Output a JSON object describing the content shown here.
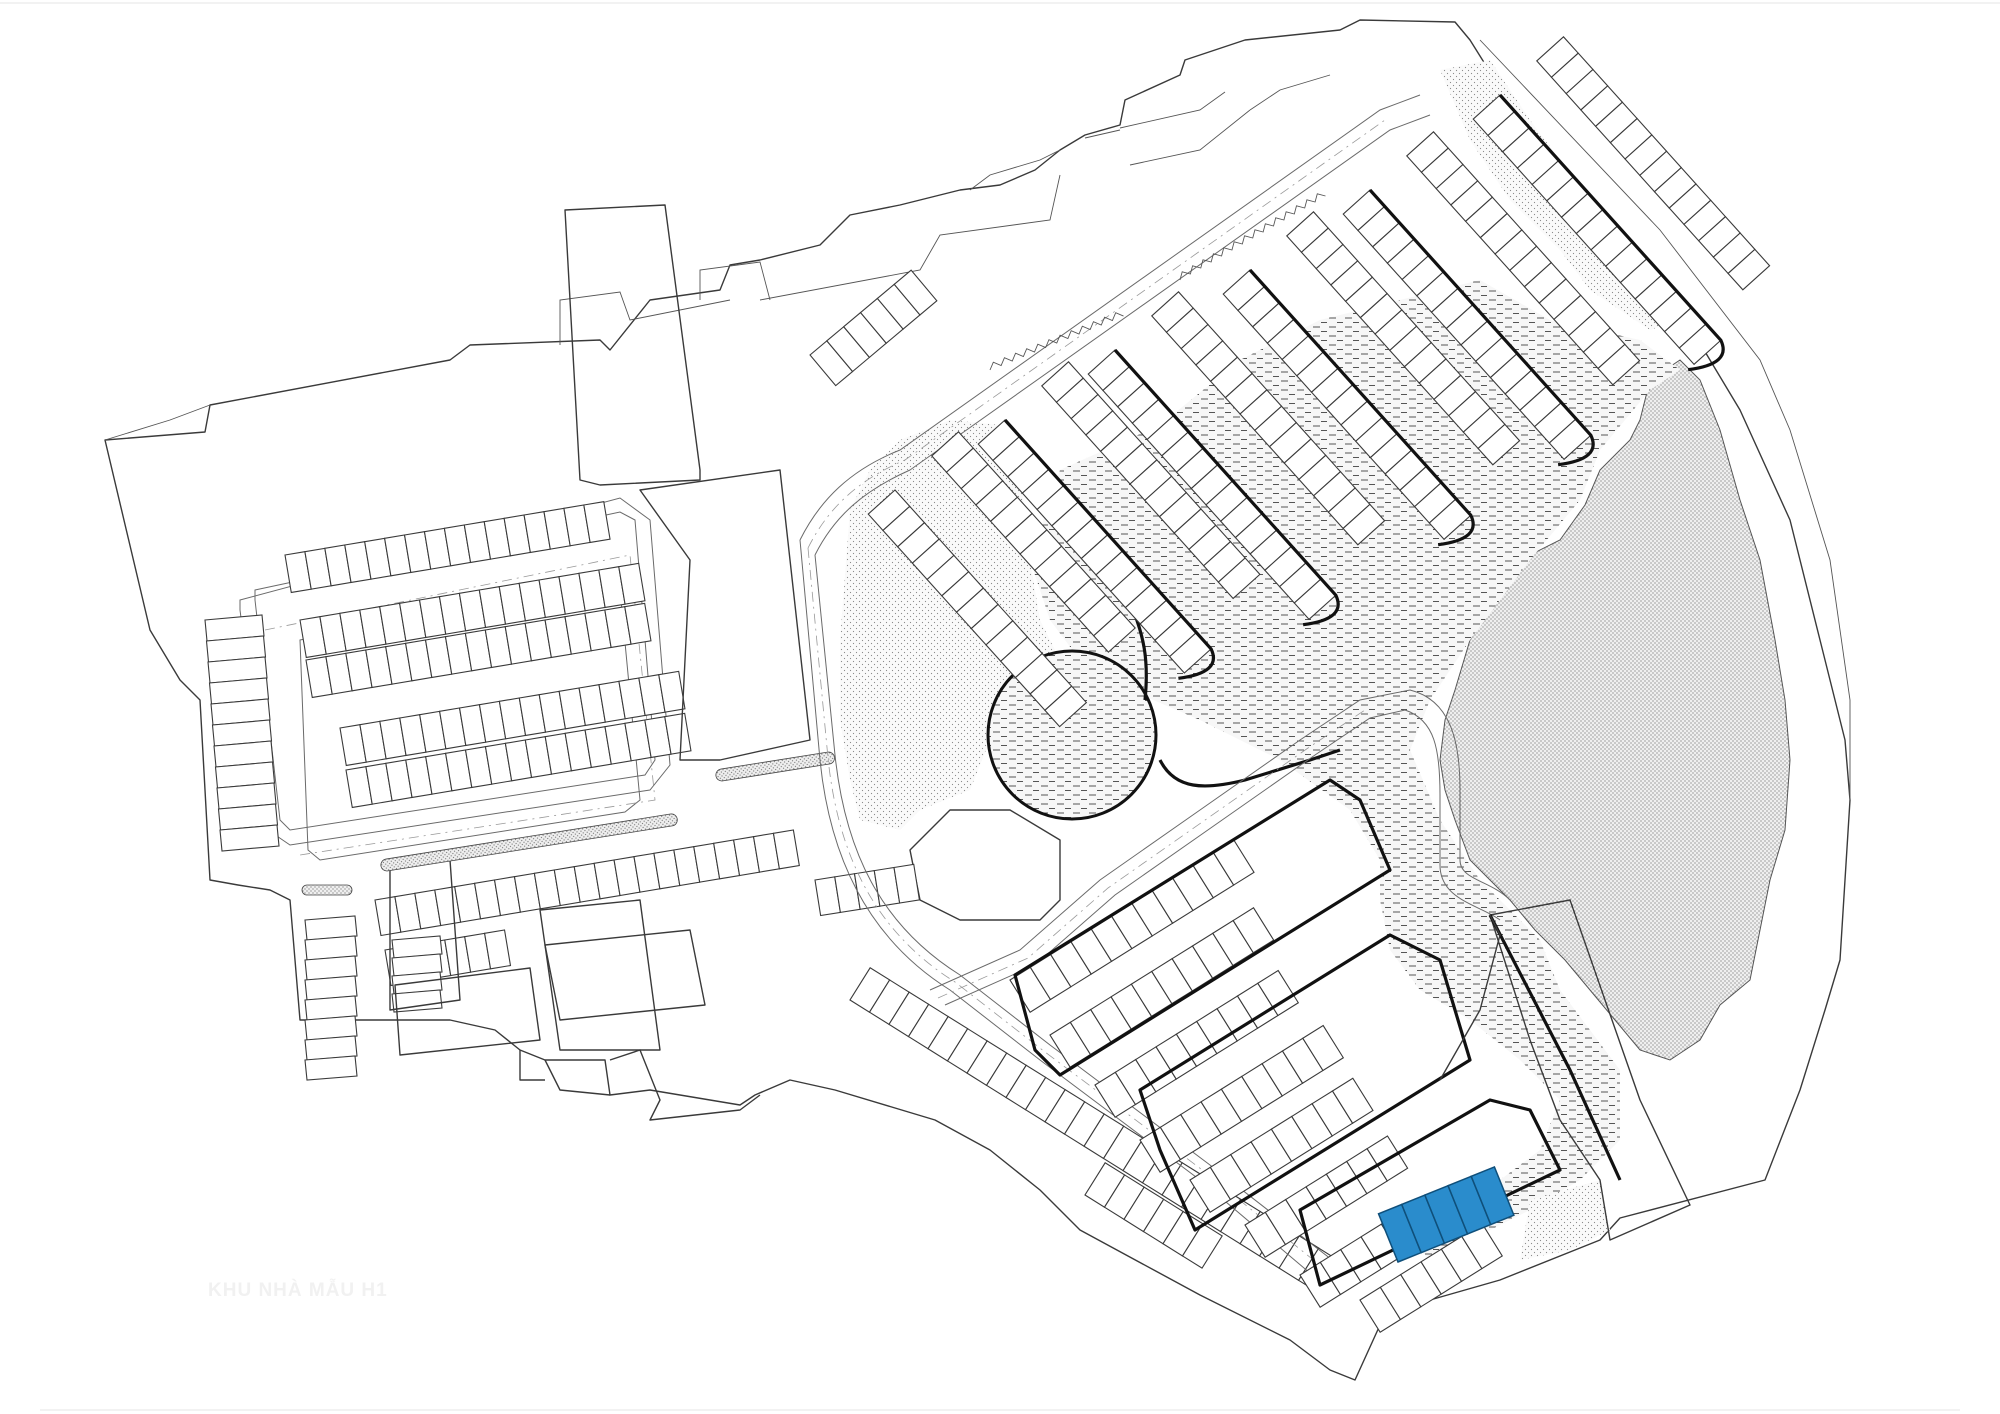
{
  "map": {
    "type": "site-plan",
    "caption": "KHU NHÀ MẪU H1",
    "highlight_color": "#2a8ccc",
    "highlighted_lots": 5,
    "legend": "none"
  }
}
